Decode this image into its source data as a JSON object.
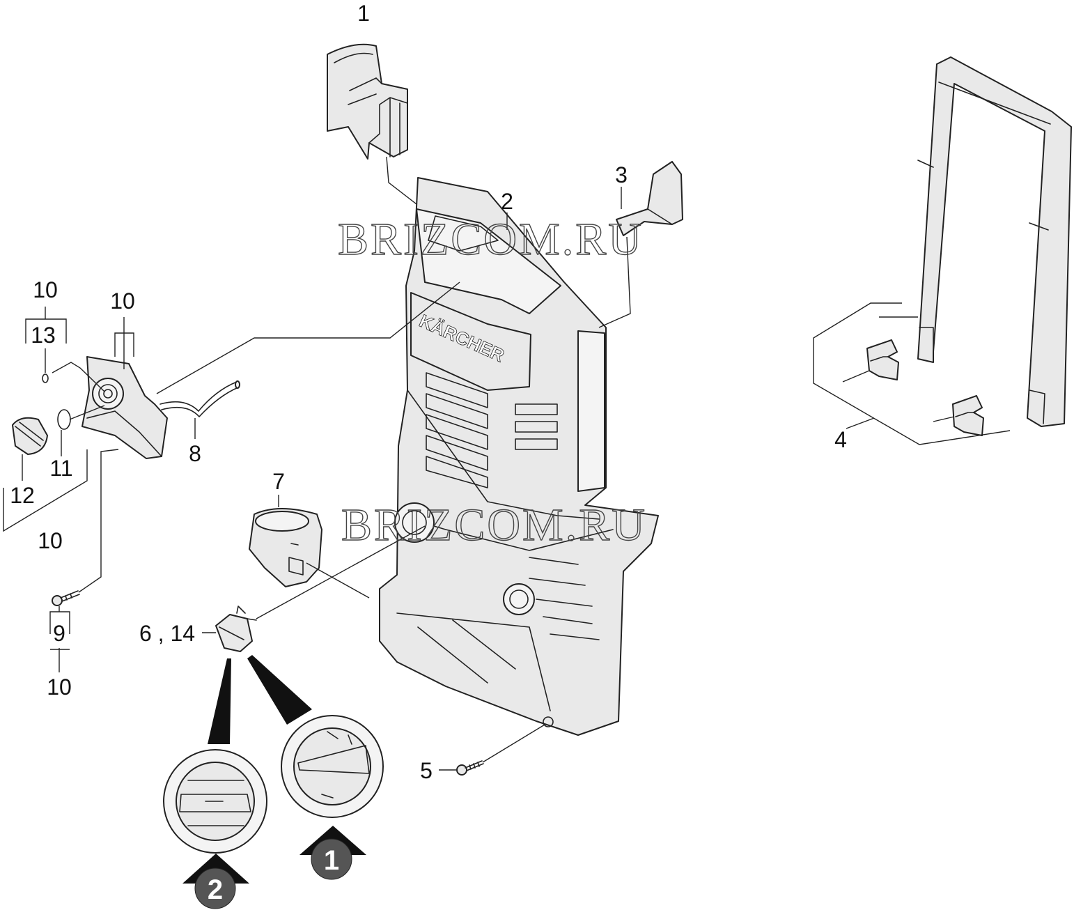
{
  "watermarks": [
    "BRIZCOM.RU",
    "BRIZCOM.RU"
  ],
  "brand_logo": "KÄRCHER",
  "labels": {
    "p1": "1",
    "p2": "2",
    "p3": "3",
    "p4": "4",
    "p5": "5",
    "p6_14": "6 , 14",
    "p7": "7",
    "p8": "8",
    "p9": "9",
    "p9_group": "10",
    "p10_a": "10",
    "p13": "13",
    "p10_b": "10",
    "p11": "11",
    "p12": "12",
    "p10_c": "10"
  },
  "variants": [
    "1",
    "2"
  ],
  "colors": {
    "line": "#222222",
    "fill": "#e9e9e9",
    "badge": "#555555"
  }
}
